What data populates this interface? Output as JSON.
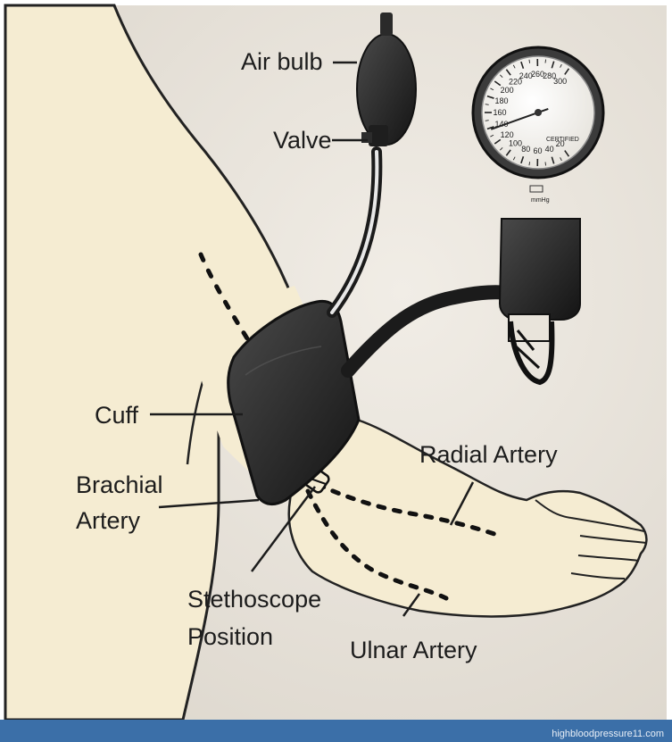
{
  "labels": {
    "air_bulb": "Air bulb",
    "valve": "Valve",
    "cuff": "Cuff",
    "brachial_line1": "Brachial",
    "brachial_line2": "Artery",
    "radial_artery": "Radial Artery",
    "stethoscope_line1": "Stethoscope",
    "stethoscope_line2": "Position",
    "ulnar_artery": "Ulnar Artery"
  },
  "gauge": {
    "scale": [
      "20",
      "40",
      "60",
      "80",
      "100",
      "120",
      "140",
      "160",
      "180",
      "200",
      "220",
      "240",
      "260",
      "280",
      "300"
    ],
    "brand": "CERTIFIED",
    "unit": "mmHg",
    "needle_value_mmhg": 138
  },
  "watermark": "highbloodpressure11.com",
  "colors": {
    "skin": "#f5ecd2",
    "background": "#e9e4db",
    "rubber": "#2b2b2b",
    "outline": "#222222",
    "footer_bar": "#3b6fa8"
  }
}
